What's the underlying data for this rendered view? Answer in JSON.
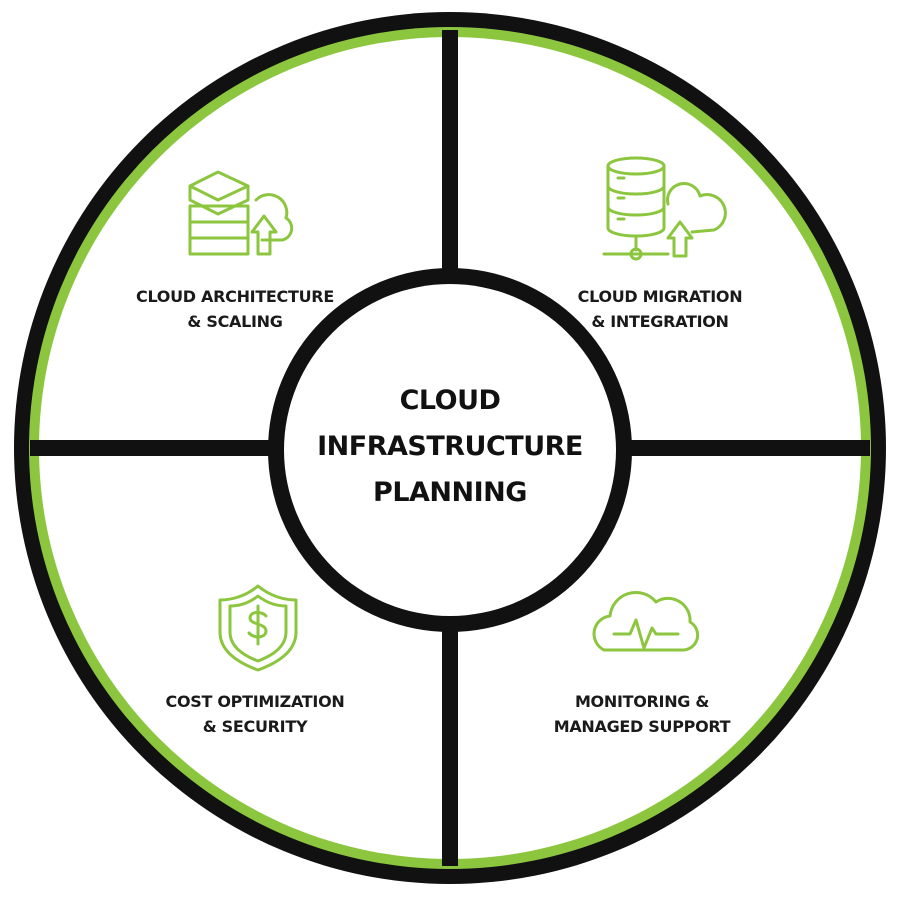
{
  "center": {
    "title_lines": [
      "CLOUD",
      "INFRASTRUCTURE",
      "PLANNING"
    ]
  },
  "quadrants": [
    {
      "position": "top-left",
      "icon": "server-stack-cloud-upload-icon",
      "lines": [
        "CLOUD ARCHITECTURE",
        "& SCALING"
      ]
    },
    {
      "position": "top-right",
      "icon": "database-cloud-migration-icon",
      "lines": [
        "CLOUD MIGRATION",
        "& INTEGRATION"
      ]
    },
    {
      "position": "bottom-left",
      "icon": "shield-dollar-icon",
      "lines": [
        "COST OPTIMIZATION",
        "& SECURITY"
      ]
    },
    {
      "position": "bottom-right",
      "icon": "cloud-heartbeat-icon",
      "lines": [
        "MONITORING &",
        "MANAGED SUPPORT"
      ]
    }
  ],
  "colors": {
    "accent_green": "#8cc63f",
    "outline": "#111111",
    "background": "#ffffff"
  }
}
